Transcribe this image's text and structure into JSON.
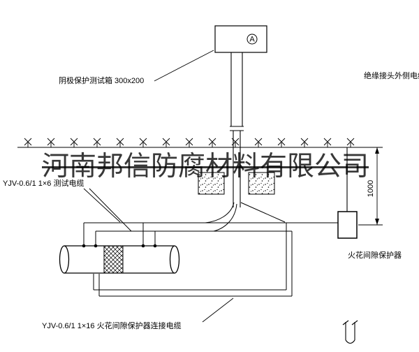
{
  "watermark": {
    "text": "河南邦信防腐材料有限公司"
  },
  "labels": {
    "test_box": "阴极保护测试箱 300x200",
    "insulated_joint_cable": "绝缘接头外侧电缆",
    "test_cable": "YJV-0.6/1 1×6  测试电缆",
    "protector": "火花间隙保护器",
    "protector_cable": "YJV-0.6/1 1×16  火花间隙保护器连接电缆",
    "dimension_1000": "1000",
    "meter": "A"
  },
  "colors": {
    "line": "#000000",
    "background": "#ffffff",
    "watermark": "rgba(0,0,0,0.78)"
  }
}
